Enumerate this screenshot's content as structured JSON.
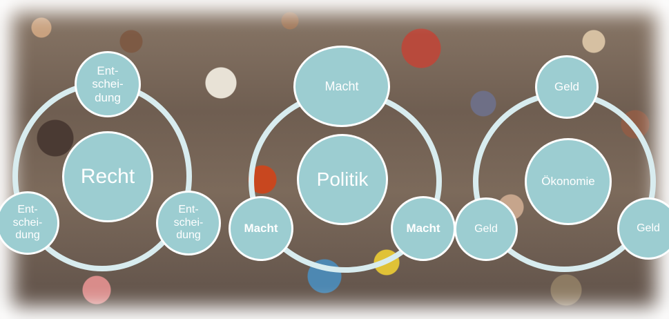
{
  "background_image": "crowd-of-people-photo",
  "colors": {
    "node_fill": "#9ccdd1",
    "ring": "#d8ecef",
    "node_border": "#ffffff",
    "text": "#ffffff"
  },
  "clusters": [
    {
      "center": "Recht",
      "satellites": {
        "top": "Ent-\nschei-\ndung",
        "left": "Ent-\nschei-\ndung",
        "right": "Ent-\nschei-\ndung"
      }
    },
    {
      "center": "Politik",
      "satellites": {
        "top": "Macht",
        "left": "Macht",
        "right": "Macht"
      }
    },
    {
      "center": "Ökonomie",
      "satellites": {
        "top": "Geld",
        "left": "Geld",
        "right": "Geld"
      }
    }
  ]
}
